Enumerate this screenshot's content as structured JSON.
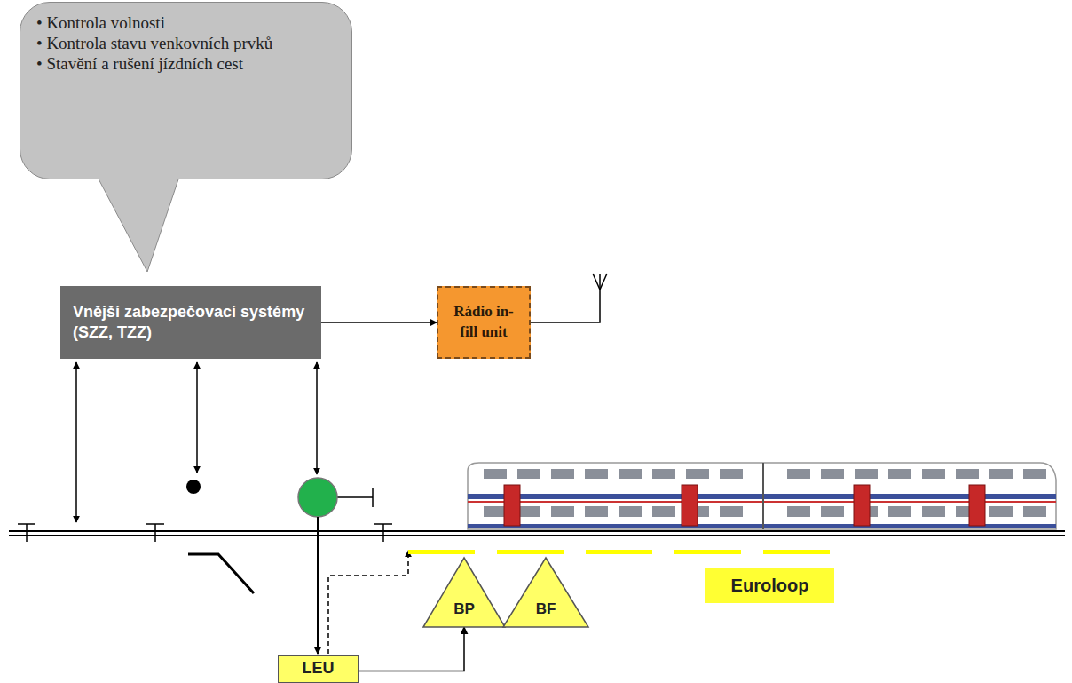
{
  "diagram": {
    "nodes": [
      {
        "text": [
          "• Kontrola volnosti",
          "• Kontrola stavu venkovních prvků",
          "• Stavění a rušení jízdních cest"
        ]
      },
      {
        "text": [
          "Vnější zabezpečovací systémy (SZZ, TZZ)"
        ]
      },
      {
        "text": [
          "Rádio in- fill unit"
        ]
      },
      {
        "text": [
          "LEU"
        ]
      },
      {
        "text": [
          "BP"
        ]
      },
      {
        "text": [
          "BF"
        ]
      },
      {
        "text": [
          "Euroloop"
        ]
      }
    ],
    "edges": [
      {
        "from": 1,
        "to": 2,
        "arrow": "to"
      },
      {
        "from": 3,
        "to": 4,
        "arrow": "to"
      }
    ]
  }
}
